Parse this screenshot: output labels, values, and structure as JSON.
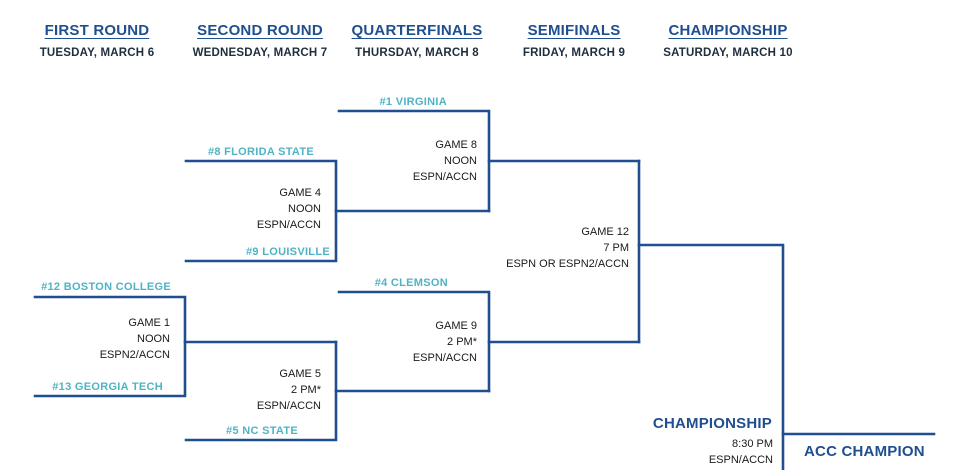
{
  "rounds": [
    {
      "title": "FIRST ROUND",
      "date": "TUESDAY, MARCH 6"
    },
    {
      "title": "SECOND ROUND",
      "date": "WEDNESDAY, MARCH 7"
    },
    {
      "title": "QUARTERFINALS",
      "date": "THURSDAY, MARCH 8"
    },
    {
      "title": "SEMIFINALS",
      "date": "FRIDAY, MARCH 9"
    },
    {
      "title": "CHAMPIONSHIP",
      "date": "SATURDAY, MARCH 10"
    }
  ],
  "teams": {
    "virginia": "#1 VIRGINIA",
    "florida_state": "#8 FLORIDA STATE",
    "louisville": "#9 LOUISVILLE",
    "boston_college": "#12 BOSTON COLLEGE",
    "clemson": "#4 CLEMSON",
    "georgia_tech": "#13 GEORGIA TECH",
    "nc_state": "#5 NC STATE"
  },
  "games": {
    "game1": {
      "name": "GAME 1",
      "time": "NOON",
      "network": "ESPN2/ACCN"
    },
    "game4": {
      "name": "GAME 4",
      "time": "NOON",
      "network": "ESPN/ACCN"
    },
    "game5": {
      "name": "GAME 5",
      "time": "2 PM*",
      "network": "ESPN/ACCN"
    },
    "game8": {
      "name": "GAME 8",
      "time": "NOON",
      "network": "ESPN/ACCN"
    },
    "game9": {
      "name": "GAME 9",
      "time": "2 PM*",
      "network": "ESPN/ACCN"
    },
    "game12": {
      "name": "GAME 12",
      "time": "7 PM",
      "network": "ESPN OR ESPN2/ACCN"
    },
    "championship": {
      "name": "CHAMPIONSHIP",
      "time": "8:30 PM",
      "network": "ESPN/ACCN"
    }
  },
  "winner_label": "ACC CHAMPION",
  "colors": {
    "line": "#1f4f8f",
    "team": "#4fb3c4",
    "heading": "#1f4f8f"
  }
}
